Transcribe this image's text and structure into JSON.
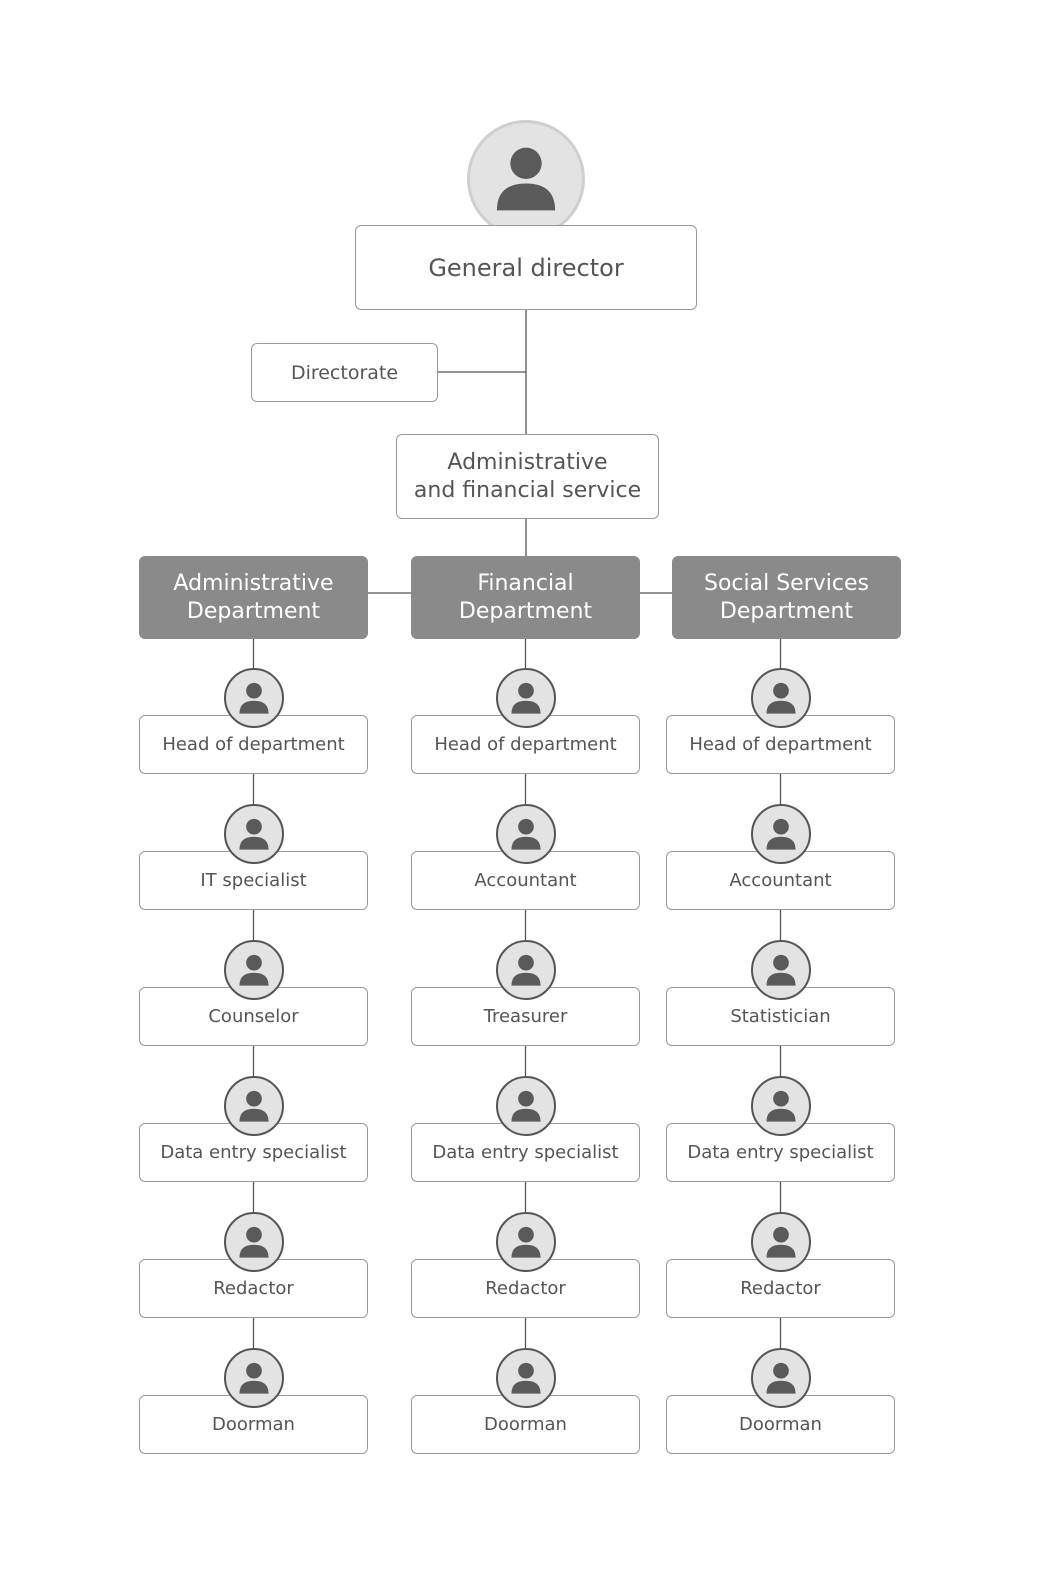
{
  "root": {
    "title": "General director",
    "avatar_icon": "person-icon"
  },
  "side_unit": {
    "title": "Directorate"
  },
  "service": {
    "title_line1": "Administrative",
    "title_line2": "and financial service"
  },
  "departments": [
    {
      "title_line1": "Administrative",
      "title_line2": "Department",
      "positions": [
        "Head of department",
        "IT specialist",
        "Counselor",
        "Data entry specialist",
        "Redactor",
        "Doorman"
      ]
    },
    {
      "title_line1": "Financial",
      "title_line2": "Department",
      "positions": [
        "Head of department",
        "Accountant",
        "Treasurer",
        "Data entry specialist",
        "Redactor",
        "Doorman"
      ]
    },
    {
      "title_line1": "Social Services",
      "title_line2": "Department",
      "positions": [
        "Head of department",
        "Accountant",
        "Statistician",
        "Data entry specialist",
        "Redactor",
        "Doorman"
      ]
    }
  ],
  "colors": {
    "line": "#555555",
    "box_border": "#9a9a9a",
    "department_fill": "#8a8a8a",
    "avatar_fill": "#e3e3e3",
    "avatar_figure": "#5a5a5a"
  }
}
